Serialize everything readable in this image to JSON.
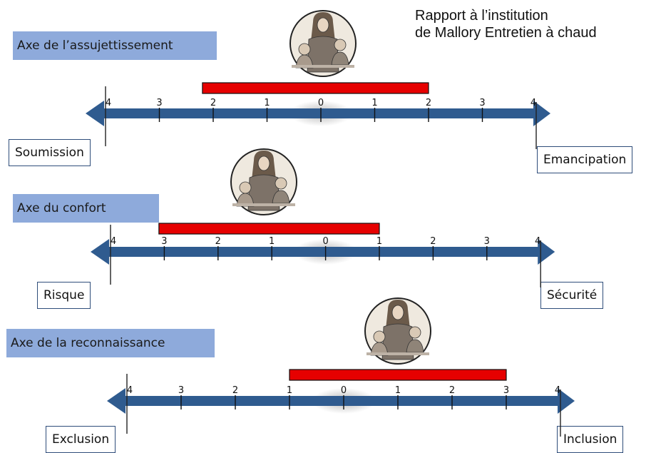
{
  "title": {
    "line1": "Rapport à l’institution",
    "line2": "de Mallory Entretien à chaud"
  },
  "axes": [
    {
      "label": "Axe de l’assujettissement",
      "left_pole": "Soumission",
      "right_pole": "Emancipation",
      "tick_labels": [
        "4",
        "3",
        "2",
        "1",
        "0",
        "1",
        "2",
        "3",
        "4"
      ],
      "range": {
        "from": -2.2,
        "to": 2
      }
    },
    {
      "label": "Axe du confort",
      "left_pole": "Risque",
      "right_pole": "Sécurité",
      "tick_labels": [
        "4",
        "3",
        "2",
        "1",
        "0",
        "1",
        "2",
        "3",
        "4"
      ],
      "range": {
        "from": -3.1,
        "to": 1
      }
    },
    {
      "label": "Axe de la reconnaissance",
      "left_pole": "Exclusion",
      "right_pole": "Inclusion",
      "tick_labels": [
        "4",
        "3",
        "2",
        "1",
        "0",
        "1",
        "2",
        "3",
        "4"
      ],
      "range": {
        "from": -1,
        "to": 3
      }
    }
  ],
  "colors": {
    "axis_blue": "#2f5b8f",
    "label_bg": "#8eaadb",
    "range_red": "#e60000"
  },
  "icons": [
    "teacher-with-children-medallion"
  ]
}
